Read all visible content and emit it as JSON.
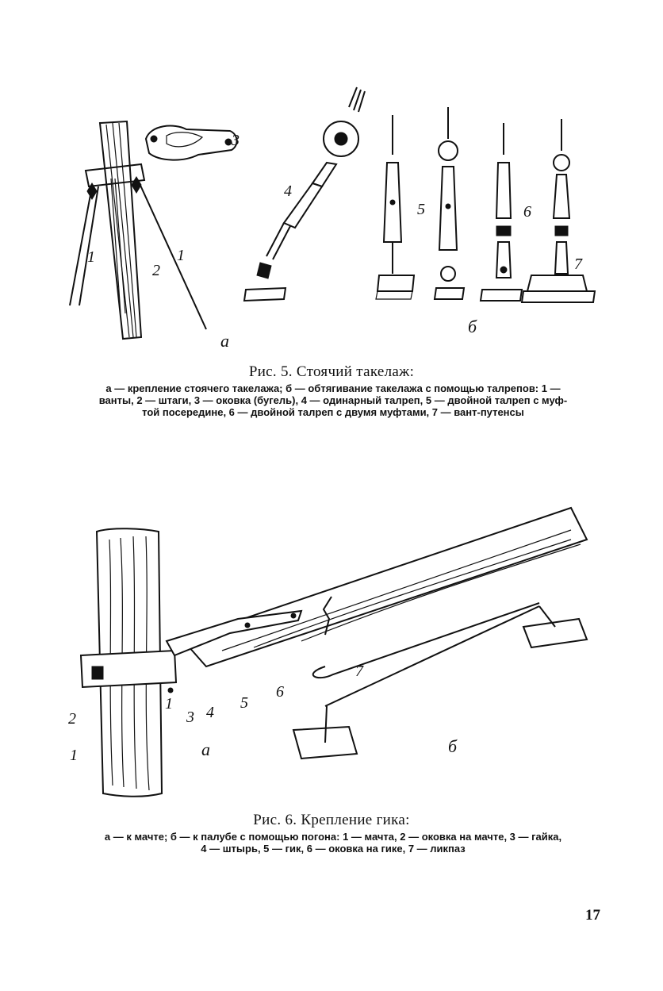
{
  "figure5": {
    "callouts": {
      "n1a": "1",
      "n1b": "1",
      "n2": "2",
      "n3": "3",
      "n4": "4",
      "n5": "5",
      "n6": "6",
      "n7": "7",
      "a": "а",
      "b": "б"
    },
    "title": "Рис. 5. Стоячий такелаж:",
    "caption_lines": [
      "а — крепление стоячего такелажа; б — обтягивание такелажа с помощью талрепов: 1 —",
      "ванты, 2 — штаги, 3 — оковка (бугель), 4 — одинарный талреп, 5 — двойной талреп с муф-",
      "той посередине, 6 — двойной талреп с двумя муфтами, 7 — вант-путенсы"
    ]
  },
  "figure6": {
    "callouts": {
      "n7": "7",
      "n5": "5",
      "n6": "6",
      "n4": "4",
      "n3": "3",
      "n1small": "1",
      "n2": "2",
      "n1": "1",
      "a": "а",
      "b": "б"
    },
    "title": "Рис. 6. Крепление гика:",
    "caption_lines": [
      "а — к мачте; б — к палубе с помощью погона: 1 — мачта, 2 — оковка на мачте, 3 — гайка,",
      "4 — штырь, 5 — гик, 6 — оковка на гике, 7 — ликпаз"
    ]
  },
  "page_number": "17"
}
